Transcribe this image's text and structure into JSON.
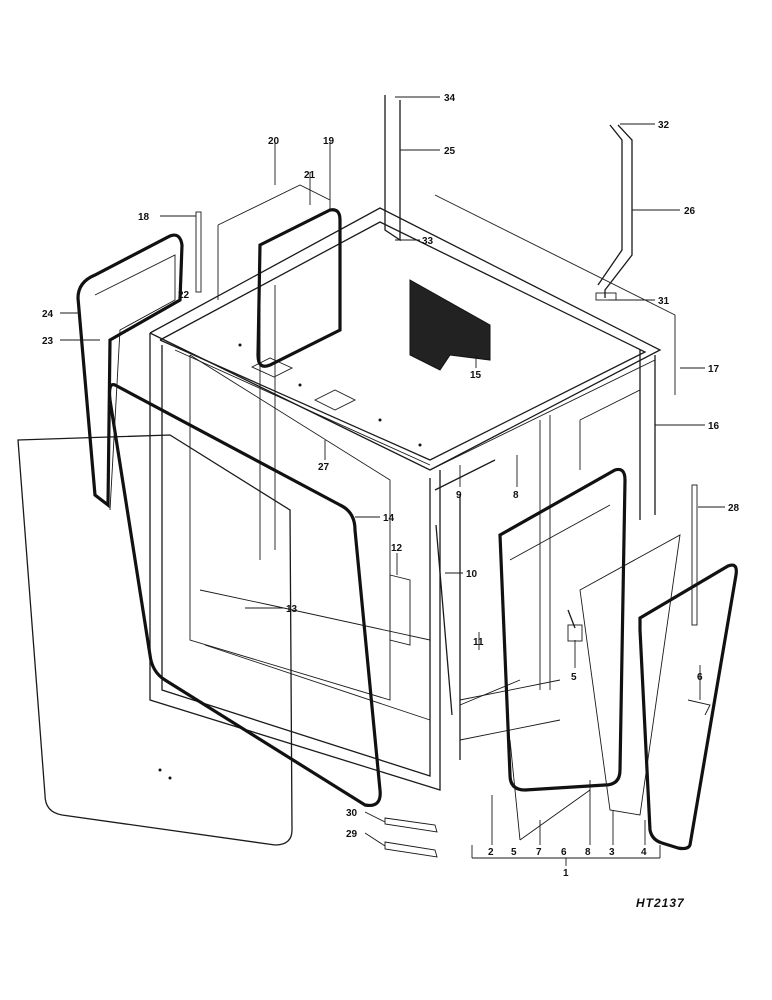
{
  "callouts": [
    {
      "id": "34",
      "text": "34"
    },
    {
      "id": "25",
      "text": "25"
    },
    {
      "id": "32",
      "text": "32"
    },
    {
      "id": "20",
      "text": "20"
    },
    {
      "id": "19",
      "text": "19"
    },
    {
      "id": "21",
      "text": "21"
    },
    {
      "id": "26",
      "text": "26"
    },
    {
      "id": "18",
      "text": "18"
    },
    {
      "id": "33",
      "text": "33"
    },
    {
      "id": "22",
      "text": "22"
    },
    {
      "id": "31",
      "text": "31"
    },
    {
      "id": "24",
      "text": "24"
    },
    {
      "id": "23",
      "text": "23"
    },
    {
      "id": "15",
      "text": "15"
    },
    {
      "id": "17",
      "text": "17"
    },
    {
      "id": "16",
      "text": "16"
    },
    {
      "id": "27",
      "text": "27"
    },
    {
      "id": "9",
      "text": "9"
    },
    {
      "id": "8",
      "text": "8"
    },
    {
      "id": "14",
      "text": "14"
    },
    {
      "id": "28",
      "text": "28"
    },
    {
      "id": "12",
      "text": "12"
    },
    {
      "id": "10",
      "text": "10"
    },
    {
      "id": "13",
      "text": "13"
    },
    {
      "id": "11",
      "text": "11"
    },
    {
      "id": "5",
      "text": "5"
    },
    {
      "id": "6",
      "text": "6"
    },
    {
      "id": "30",
      "text": "30"
    },
    {
      "id": "29",
      "text": "29"
    }
  ],
  "bracket_group": {
    "items": [
      "2",
      "5",
      "7",
      "6",
      "8",
      "3",
      "4"
    ],
    "parent": "1"
  },
  "reference_code": "HT2137"
}
